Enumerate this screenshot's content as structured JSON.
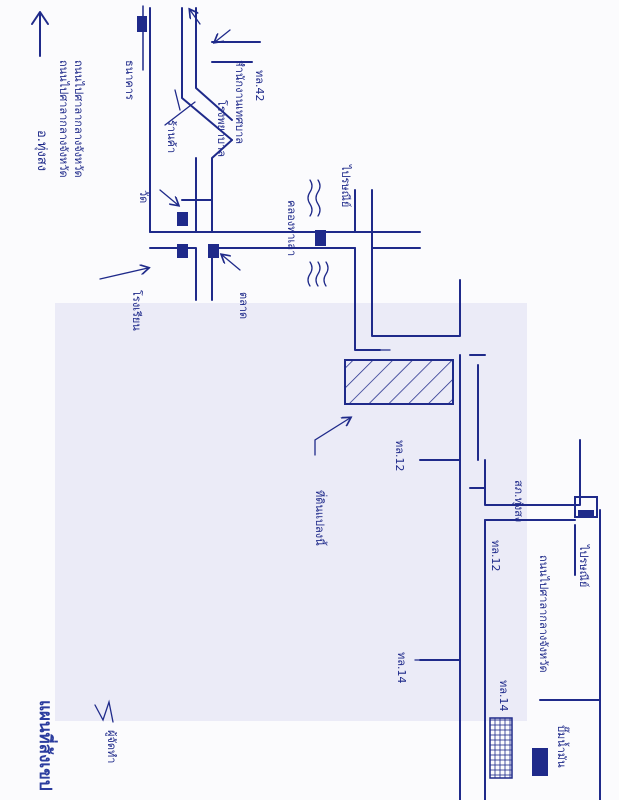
{
  "labels": {
    "district": "อ.ทุ่งสง",
    "road_to_center": "ถนนไปศาลากลางจังหวัด",
    "route_42": "ทล.42",
    "route_12": "ทล.12",
    "route_14": "ทล.14",
    "school": "โรงเรียน",
    "police": "สภ.ทุ่งสง",
    "bank": "ธนาคาร",
    "shop": "ร้านค้า",
    "temple": "วัด",
    "market": "ตลาด",
    "hospital": "โรงพยาบาล",
    "office": "สำนักงานเทศบาล",
    "target": "ที่ดินแปลงนี้",
    "post": "ไปรษณีย์",
    "canal": "คลองท่าเลา",
    "gas": "ปั๊มน้ำมัน"
  },
  "title": "แผนที่สังเขป",
  "signature": "ผู้จัดทำ"
}
